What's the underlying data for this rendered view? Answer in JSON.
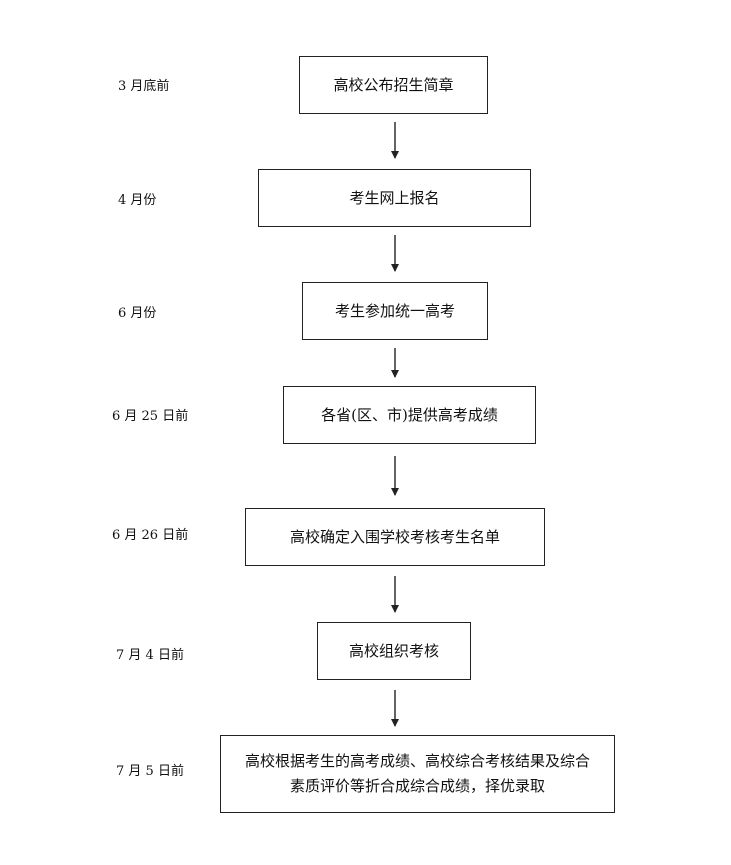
{
  "steps": [
    {
      "date": "3 月底前",
      "text": "高校公布招生简章"
    },
    {
      "date": "4 月份",
      "text": "考生网上报名"
    },
    {
      "date": "6 月份",
      "text": "考生参加统一高考"
    },
    {
      "date": "6 月 25 日前",
      "text": "各省(区、市)提供高考成绩"
    },
    {
      "date": "6 月 26 日前",
      "text": "高校确定入围学校考核考生名单"
    },
    {
      "date": "7 月 4 日前",
      "text": "高校组织考核"
    },
    {
      "date": "7 月 5 日前",
      "text_line1": "高校根据考生的高考成绩、高校综合考核结果及综合",
      "text_line2": "素质评价等折合成综合成绩，择优录取"
    }
  ]
}
